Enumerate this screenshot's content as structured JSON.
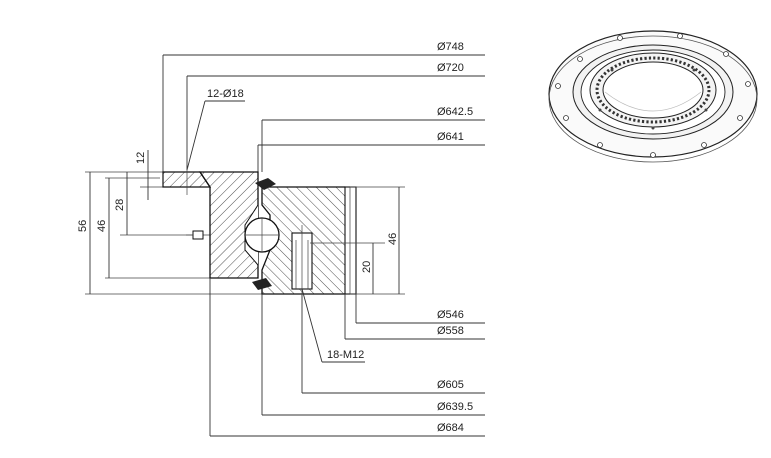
{
  "drawing": {
    "outer_diameters": {
      "d748": "Ø748",
      "d720": "Ø720",
      "d642_5": "Ø642.5",
      "d641": "Ø641"
    },
    "inner_diameters": {
      "d546": "Ø546",
      "d558": "Ø558",
      "d605": "Ø605",
      "d639_5": "Ø639.5",
      "d684": "Ø684"
    },
    "holes": {
      "mount_holes": "12-Ø18",
      "threaded_holes": "18-M12"
    },
    "heights": {
      "h56": "56",
      "h46_left": "46",
      "h28": "28",
      "h12": "12",
      "h46_right": "46",
      "h20": "20"
    }
  },
  "colors": {
    "line": "#333333",
    "outline": "#111111",
    "background": "#ffffff"
  },
  "icons": {
    "bearing_photo": "slewing-ring-bearing-illustration"
  }
}
